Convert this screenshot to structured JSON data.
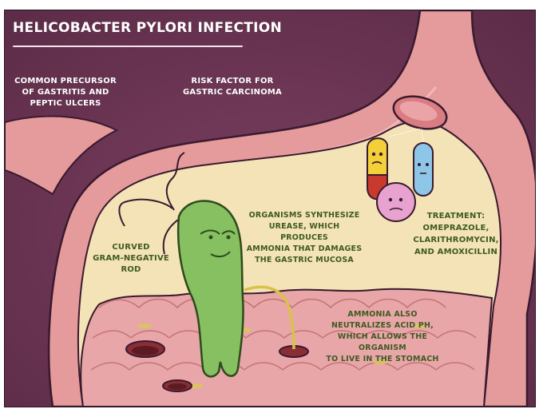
{
  "title": "HELICOBACTER PYLORI INFECTION",
  "labels": {
    "precursor": "COMMON PRECURSOR\nOF GASTRITIS AND\nPEPTIC ULCERS",
    "risk": "RISK FACTOR FOR\nGASTRIC CARCINOMA",
    "curved": "CURVED\nGRAM-NEGATIVE\nROD",
    "urease": "ORGANISMS SYNTHESIZE\nUREASE, WHICH PRODUCES\nAMMONIA THAT DAMAGES\nTHE GASTRIC MUCOSA",
    "treatment": "TREATMENT:\nOMEPRAZOLE,\nCLARITHROMYCIN,\nAND AMOXICILLIN",
    "ammonia": "AMMONIA ALSO\nNEUTRALIZES ACID PH,\nWHICH ALLOWS THE ORGANISM\nTO LIVE IN THE STOMACH"
  },
  "colors": {
    "background": "#6b3553",
    "stomach_wall": "#e59a9c",
    "stomach_interior": "#f3e3b6",
    "mucosa": "#e8a6a8",
    "bacterium": "#86c060",
    "pill_red": "#c83a2e",
    "pill_yellow": "#f3cf3a",
    "pill_blue": "#8ec6e8",
    "pill_pink": "#e7a2cf"
  },
  "icons": [
    "stomach-illustration",
    "h-pylori-bacterium-icon",
    "pill-capsule-icon",
    "pill-blue-icon",
    "pill-pink-icon",
    "lid-icon",
    "ulcer-icon"
  ]
}
